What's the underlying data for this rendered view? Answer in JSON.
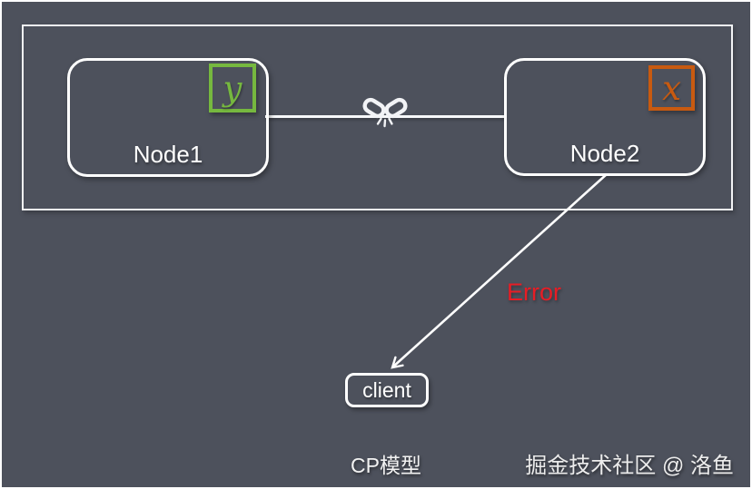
{
  "canvas": {
    "background_color": "#4d515c",
    "frame_color": "#ffffff"
  },
  "diagram": {
    "nodes": [
      {
        "label": "Node1",
        "badge": {
          "letter": "y",
          "color": "#76b83f"
        }
      },
      {
        "label": "Node2",
        "badge": {
          "letter": "x",
          "color": "#c85a10"
        }
      }
    ],
    "link": {
      "icon": "broken-link-icon",
      "color": "#f7f8fa"
    },
    "error": {
      "label": "Error",
      "color": "#e71d25"
    },
    "client": {
      "label": "client"
    },
    "caption": "CP模型",
    "watermark": "掘金技术社区 @ 洛鱼"
  }
}
